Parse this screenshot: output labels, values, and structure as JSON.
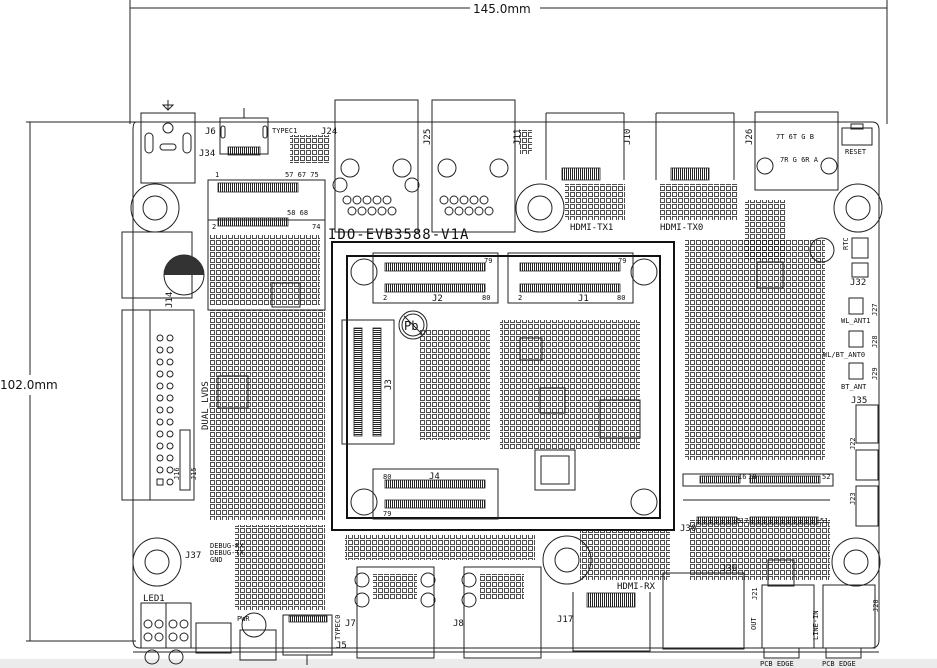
{
  "dimensions": {
    "width": "145.0mm",
    "height": "102.0mm"
  },
  "board_name": "IDO-EVB3588-V1A",
  "top_labels": {
    "j6": "J6",
    "typec1": "TYPEC1",
    "j24": "J24",
    "j34": "J34",
    "pins_top": "57 67 75",
    "pins_bottom": "58 68",
    "pin_1": "1",
    "pin_2": "2",
    "pin_74": "74",
    "j25": "J25",
    "j11": "J11",
    "j10": "J10",
    "j26": "J26",
    "j26_row1": "7T 6T G  B",
    "j26_row2": "7R  G 6R A",
    "reset": "RESET",
    "hdmi_tx1": "HDMI-TX1",
    "hdmi_tx0": "HDMI-TX0"
  },
  "module": {
    "j1": "J1",
    "j2": "J2",
    "j3": "J3",
    "j4": "J4",
    "pin79": "79",
    "pin80": "80",
    "pin2": "2",
    "lead_free": "Pb"
  },
  "left_labels": {
    "j14": "J14",
    "dual_lvds": "DUAL_LVDS",
    "j16": "J16",
    "j15": "J15",
    "j37": "J37",
    "debug_rx": "DEBUG-RX",
    "debug_tx": "DEBUG-TX",
    "gnd": "GND",
    "led1": "LED1"
  },
  "bottom_labels": {
    "pwr": "PWR",
    "typec0": "TYPEC0",
    "j5": "J5",
    "j7": "J7",
    "j8": "J8",
    "hdmi_rx": "HDMI-RX",
    "j17": "J17",
    "j36": "J36",
    "j30": "J30",
    "pin5": "5",
    "pin17": "17",
    "pin16": "16",
    "pin18": "18",
    "pin51": "51",
    "pin52": "52",
    "j21": "J21",
    "out": "OUT",
    "line_in": "LINE-IN",
    "j20": "J20",
    "pcb_edge": "PCB  EDGE"
  },
  "right_labels": {
    "rtc": "RTC",
    "j32": "J32",
    "j27": "J27",
    "wl_ant1": "WL_ANT1",
    "j28": "J28",
    "wl_bt_ant0": "WL/BT_ANT0",
    "j29": "J29",
    "bt_ant": "BT_ANT",
    "j35": "J35",
    "j22": "J22",
    "j23": "J23"
  }
}
